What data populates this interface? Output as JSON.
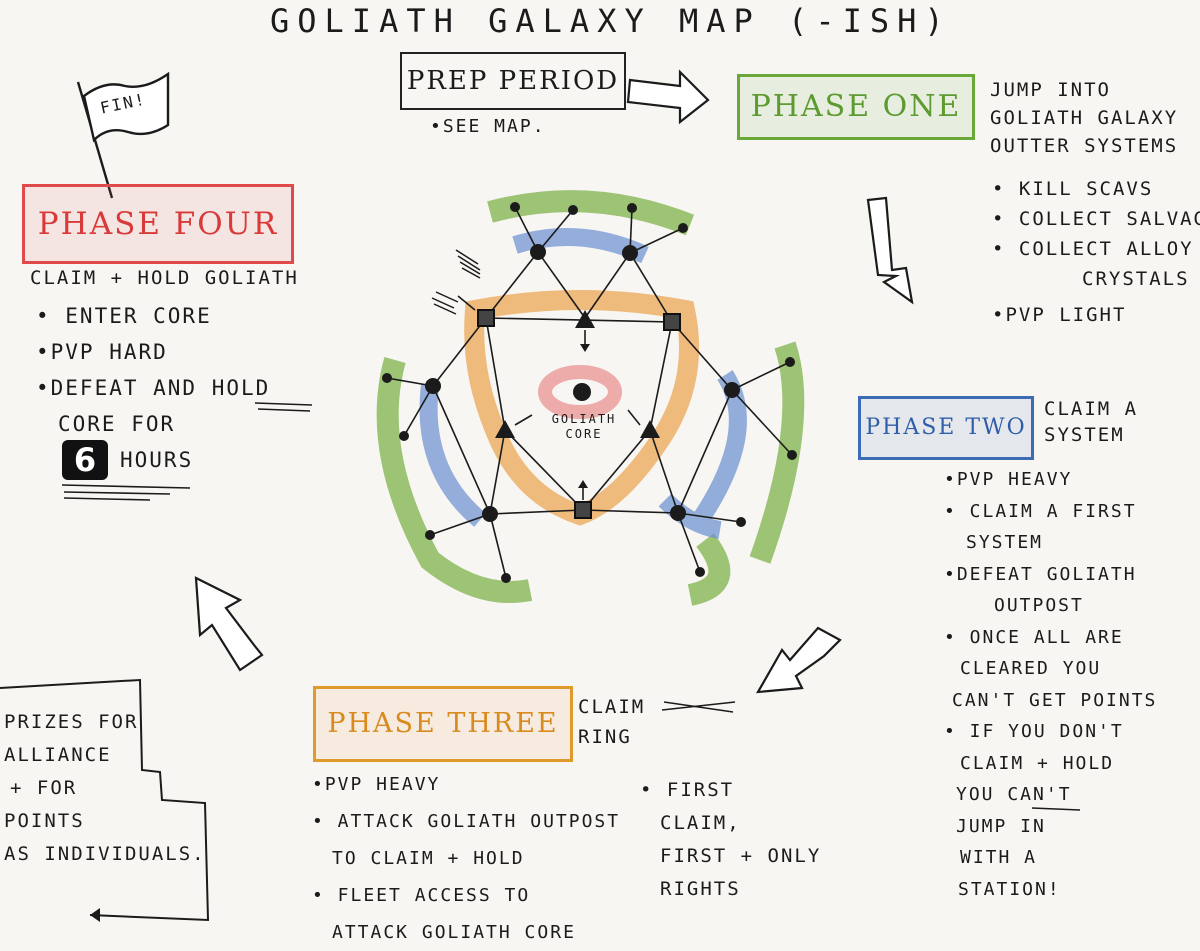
{
  "title": "GOLIATH GALAXY MAP (-ISH)",
  "prep": {
    "label": "PREP PERIOD",
    "note": "•SEE MAP."
  },
  "flag": {
    "label": "FIN!"
  },
  "phase_one": {
    "label": "PHASE ONE",
    "color": "#6aa83a",
    "lines": [
      "JUMP INTO",
      "GOLIATH GALAXY",
      "OUTTER SYSTEMS"
    ],
    "bullets": [
      "• KILL SCAVS",
      "• COLLECT SALVAGE",
      "• COLLECT ALLOY +",
      "CRYSTALS",
      "•PVP LIGHT"
    ]
  },
  "phase_two": {
    "label": "PHASE TWO",
    "color": "#3d6bb8",
    "side": [
      "CLAIM A",
      "SYSTEM"
    ],
    "bullets": [
      "•PVP HEAVY",
      "• CLAIM A FIRST",
      "SYSTEM",
      "•DEFEAT GOLIATH",
      "OUTPOST",
      "• ONCE ALL ARE",
      "CLEARED YOU",
      "CAN'T GET POINTS",
      "• IF YOU DON'T",
      "CLAIM + HOLD",
      "YOU CAN'T",
      "JUMP IN",
      "WITH A",
      "STATION!"
    ]
  },
  "phase_three": {
    "label": "PHASE THREE",
    "color": "#e09a2c",
    "side": [
      "CLAIM",
      "RING"
    ],
    "bullets": [
      "•PVP HEAVY",
      "• ATTACK GOLIATH OUTPOST",
      "TO CLAIM + HOLD",
      "• FLEET ACCESS TO",
      "ATTACK GOLIATH CORE"
    ],
    "bullets2": [
      "• FIRST",
      "CLAIM,",
      "FIRST + ONLY",
      "RIGHTS"
    ]
  },
  "phase_four": {
    "label": "PHASE FOUR",
    "color": "#e04a4a",
    "lines": [
      "CLAIM + HOLD GOLIATH"
    ],
    "bullets": [
      "• ENTER CORE",
      "•PVP HARD",
      "•DEFEAT AND HOLD",
      "CORE FOR"
    ],
    "hours_num": "6",
    "hours_label": "HOURS"
  },
  "prizes": {
    "lines": [
      "PRIZES FOR",
      "ALLIANCE",
      "+ FOR",
      "POINTS",
      "AS INDIVIDUALS."
    ]
  },
  "core": {
    "label_top": "GOLIATH",
    "label_bottom": "CORE"
  }
}
